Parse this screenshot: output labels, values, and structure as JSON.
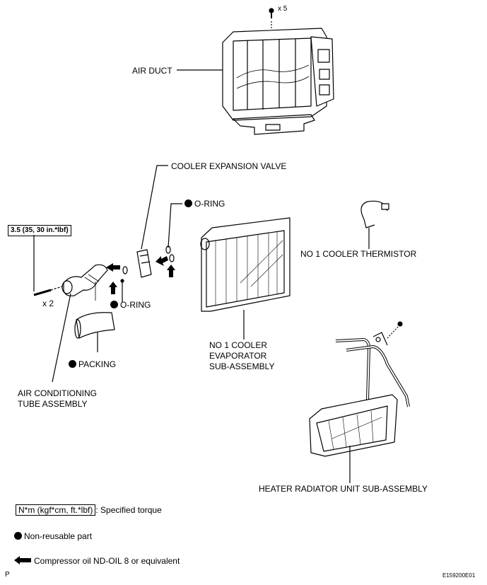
{
  "labels": {
    "air_duct": "AIR DUCT",
    "air_duct_qty": "x 5",
    "expansion_valve": "COOLER EXPANSION VALVE",
    "oring_upper": "O-RING",
    "oring_lower": "O-RING",
    "torque": "3.5 (35, 30 in.*lbf)",
    "bolt_qty": "x 2",
    "thermistor": "NO  1 COOLER THERMISTOR",
    "evaporator_line1": "NO  1 COOLER",
    "evaporator_line2": "EVAPORATOR",
    "evaporator_line3": "SUB-ASSEMBLY",
    "packing": "PACKING",
    "ac_tube_line1": "AIR CONDITIONING",
    "ac_tube_line2": "TUBE ASSEMBLY",
    "heater": "HEATER RADIATOR UNIT SUB-ASSEMBLY"
  },
  "legend": {
    "torque_box": "N*m (kgf*cm, ft.*lbf)",
    "torque_text": ": Specified torque",
    "nonreusable": "Non-reusable part",
    "oil": "Compressor oil ND-OIL 8 or equivalent"
  },
  "footer": {
    "page_letter": "P",
    "figure_id": "E159200E01"
  },
  "icons": [
    "bolt-icon",
    "filled-dot-icon",
    "oil-arrow-icon"
  ]
}
